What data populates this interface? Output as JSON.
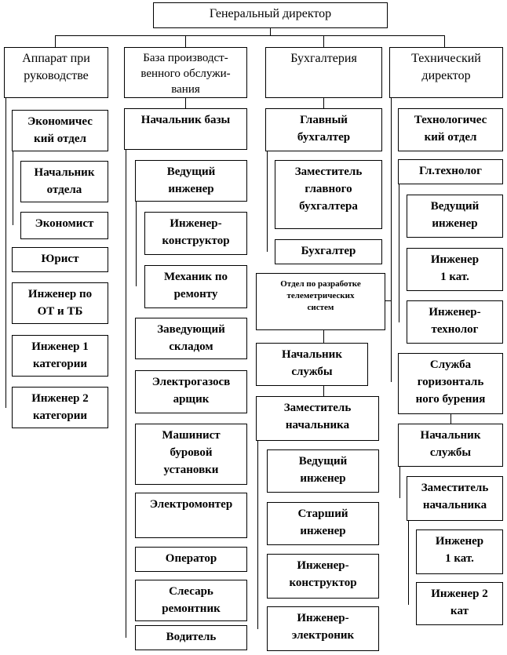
{
  "title": "Генеральный директор",
  "columns": [
    {
      "header": "Аппарат при\nруководстве",
      "items": [
        "Экономичес\nкий отдел",
        "Начальник\nотдела",
        "Экономист",
        "Юрист",
        "Инженер по\nОТ и ТБ",
        "Инженер 1\nкатегории",
        "Инженер 2\nкатегории"
      ]
    },
    {
      "header": "База производст-\nвенного обслужи-\nвания",
      "items": [
        "Начальник базы",
        "Ведущий\nинженер",
        "Инженер-\nконструктор",
        "Механик по\nремонту",
        "Заведующий\nскладом",
        "Электрогазосв\nарщик",
        "Машинист\nбуровой\nустановки",
        "Электромонтер",
        "Оператор",
        "Слесарь\nремонтник",
        "Водитель"
      ]
    },
    {
      "header": "Бухгалтерия",
      "items": [
        "Главный\nбухгалтер",
        "Заместитель\nглавного\nбухгалтера",
        "Бухгалтер",
        "Отдел по разработке\nтелеметрических\nсистем",
        "Начальник\nслужбы",
        "Заместитель\nначальника",
        "Ведущий\nинженер",
        "Старший\nинженер",
        "Инженер-\nконструктор",
        "Инженер-\nэлектроник"
      ]
    },
    {
      "header": "Технический\nдиректор",
      "items": [
        "Технологичес\nкий отдел",
        "Гл.технолог",
        "Ведущий\nинженер",
        "Инженер\n1 кат.",
        "Инженер-\nтехнолог",
        "Служба\nгоризонталь\nного бурения",
        "Начальник\nслужбы",
        "Заместитель\nначальника",
        "Инженер\n1 кат.",
        "Инженер 2\nкат"
      ]
    }
  ]
}
